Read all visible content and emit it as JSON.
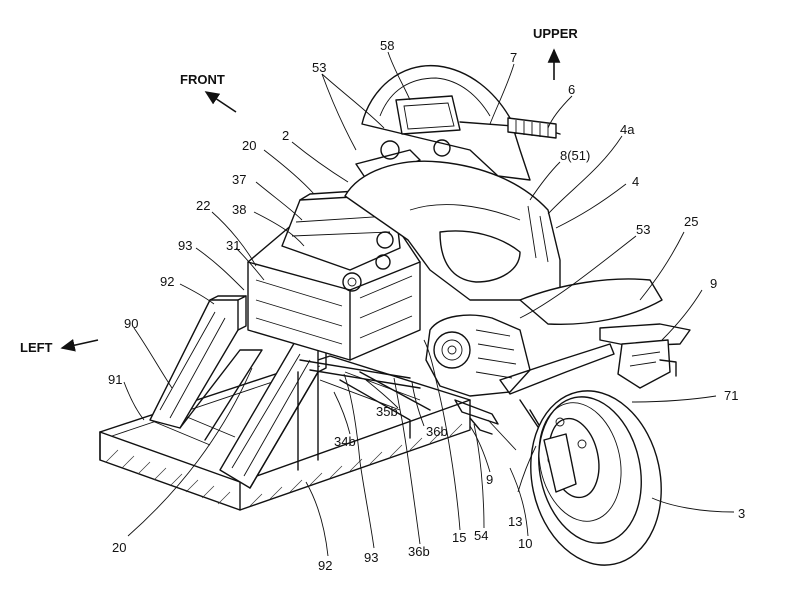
{
  "directions": {
    "front": "FRONT",
    "upper": "UPPER",
    "left": "LEFT"
  },
  "labels": {
    "l58": "58",
    "l7": "7",
    "l6": "6",
    "l53_top": "53",
    "l20_top": "20",
    "l2": "2",
    "l4a": "4a",
    "l8_51": "8(51)",
    "l4": "4",
    "l37": "37",
    "l38": "38",
    "l22": "22",
    "l93_left": "93",
    "l31": "31",
    "l92_left": "92",
    "l90": "90",
    "l91": "91",
    "l53_right": "53",
    "l25": "25",
    "l9_right": "9",
    "l71": "71",
    "l35b": "35b",
    "l34b": "34b",
    "l36b_mid": "36b",
    "l9_mid": "9",
    "l13": "13",
    "l3": "3",
    "l20_bottom": "20",
    "l92_bottom": "92",
    "l93_bottom": "93",
    "l36b_bottom": "36b",
    "l15": "15",
    "l54": "54",
    "l10": "10"
  }
}
